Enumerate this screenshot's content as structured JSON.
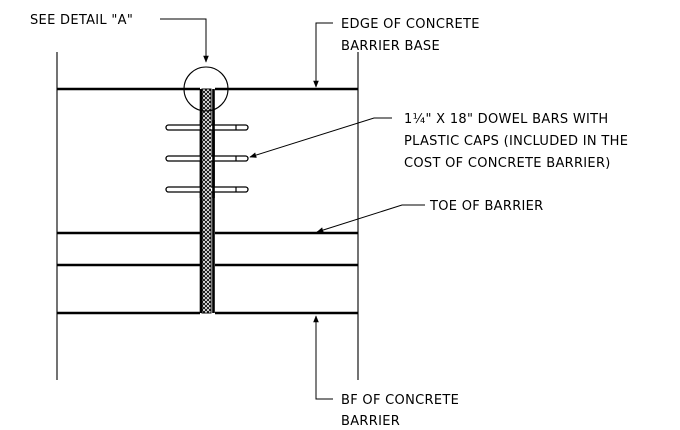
{
  "labels": {
    "detail_ref": "SEE DETAIL \"A\"",
    "edge_line1": "EDGE OF CONCRETE",
    "edge_line2": "BARRIER BASE",
    "dowel_line1": "1¼\" X 18\" DOWEL BARS WITH",
    "dowel_line2": "PLASTIC CAPS (INCLUDED IN THE",
    "dowel_line3": "COST OF CONCRETE BARRIER)",
    "toe": "TOE OF BARRIER",
    "bf_line1": "BF OF CONCRETE",
    "bf_line2": "BARRIER"
  },
  "colors": {
    "line": "#000000",
    "background": "#ffffff"
  }
}
